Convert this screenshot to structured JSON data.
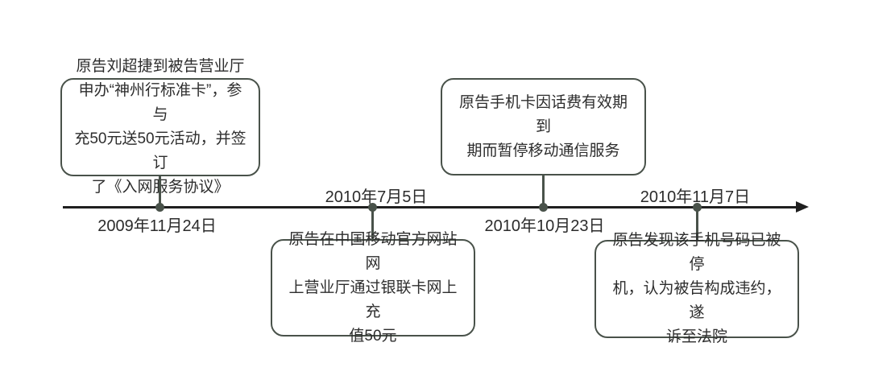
{
  "diagram": {
    "type": "timeline",
    "colors": {
      "timeline_line": "#1f1f1f",
      "box_border": "#49524a",
      "connector": "#49524a",
      "text": "#2d2d2d"
    },
    "events": [
      {
        "date": "2009年11月24日",
        "box_side": "above",
        "description": "原告刘超捷到被告营业厅\n申办“神州行标准卡”，参与\n充50元送50元活动，并签订\n了《入网服务协议》"
      },
      {
        "date": "2010年7月5日",
        "box_side": "below",
        "description": "原告在中国移动官方网站网\n上营业厅通过银联卡网上充\n值50元"
      },
      {
        "date": "2010年10月23日",
        "box_side": "above",
        "description": "原告手机卡因话费有效期到\n期而暂停移动通信服务"
      },
      {
        "date": "2010年11月7日",
        "box_side": "below",
        "description": "原告发现该手机号码已被停\n机，认为被告构成违约，遂\n诉至法院"
      }
    ]
  }
}
